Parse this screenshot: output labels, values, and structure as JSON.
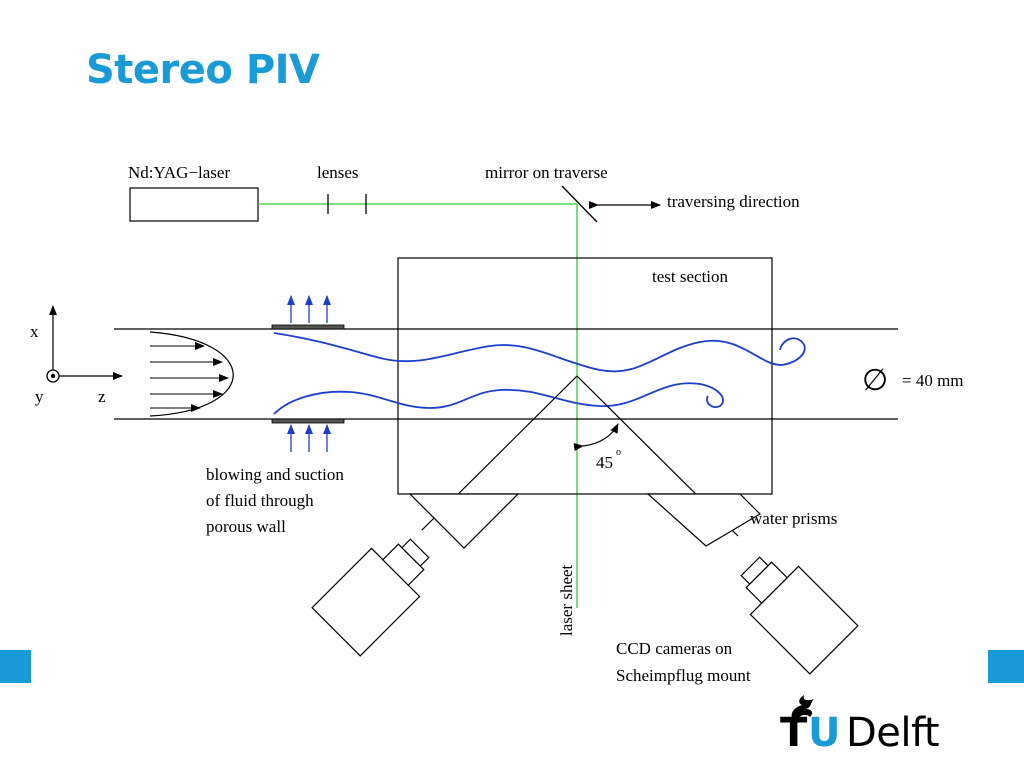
{
  "slide": {
    "title": "Stereo PIV",
    "accent_color": "#1a9ad6",
    "beam_color": "#33cc33",
    "flow_color": "#1a3fcf"
  },
  "diagram": {
    "laser_label": "Nd:YAG−laser",
    "lenses_label": "lenses",
    "mirror_label": "mirror on traverse",
    "traversing_label": "traversing direction",
    "test_section_label": "test section",
    "axis_x": "x",
    "axis_y": "y",
    "axis_z": "z",
    "diameter_symbol": "∅",
    "diameter_value": "= 40 mm",
    "angle_label": "45",
    "angle_degree": "o",
    "blowing_label": [
      "blowing and suction",
      "of fluid through",
      "porous wall"
    ],
    "water_prisms_label": "water prisms",
    "laser_sheet_label": "laser sheet",
    "ccd_label": [
      "CCD cameras on",
      "Scheimpflug mount"
    ]
  },
  "logo": {
    "t": "T",
    "u": "U",
    "delft": "Delft",
    "icon": "flame-icon"
  }
}
